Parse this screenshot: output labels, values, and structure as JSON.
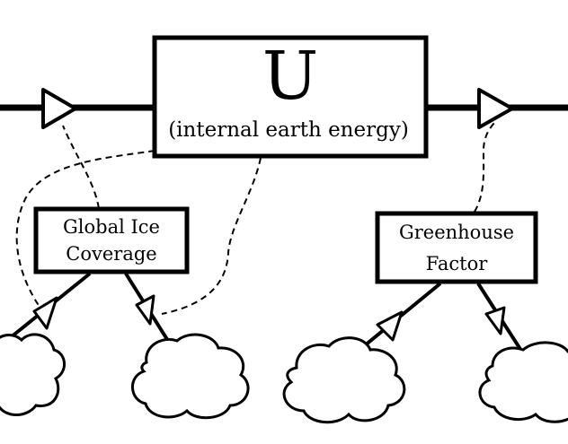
{
  "diagram": {
    "colors": {
      "ink": "#000000",
      "background": "#ffffff",
      "cloud_fill": "#ffffff"
    },
    "stock": {
      "symbol": "U",
      "description": "(internal earth energy)"
    },
    "converters": [
      {
        "id": "ice",
        "line1": "Global Ice",
        "line2": "Coverage"
      },
      {
        "id": "greenhouse",
        "line1": "Greenhouse",
        "line2": "Factor"
      }
    ],
    "icons": {
      "flow_valve": "triangle-valve-icon",
      "source_sink": "cloud-icon",
      "info_link": "dashed-link"
    }
  }
}
